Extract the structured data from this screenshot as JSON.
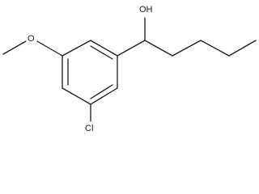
{
  "molecule": {
    "atom_labels": {
      "hydroxyl": "OH",
      "methoxy_oxygen": "O",
      "chlorine": "Cl"
    },
    "colors": {
      "bond": "#1a1a1a",
      "text": "#1a1a1a",
      "background": "#ffffff"
    }
  }
}
